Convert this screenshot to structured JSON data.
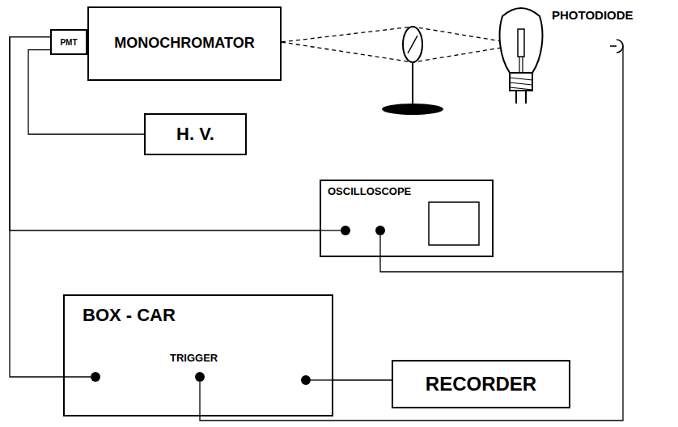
{
  "diagram": {
    "nodes": [
      {
        "text": [
          "PMT"
        ]
      },
      {
        "text": [
          "MONOCHROMATOR"
        ]
      },
      {
        "text": [
          "H. V."
        ]
      },
      {
        "text": [
          "OSCILLOSCOPE"
        ]
      },
      {
        "text": [
          "BOX - CAR",
          "TRIGGER"
        ]
      },
      {
        "text": [
          "RECORDER"
        ]
      }
    ],
    "edges": [
      {
        "from": 0,
        "to": 2,
        "arrow": "none"
      },
      {
        "from": 0,
        "to": 3,
        "arrow": "none"
      },
      {
        "from": 0,
        "to": 4,
        "arrow": "none"
      },
      {
        "from": 4,
        "to": 5,
        "arrow": "none"
      }
    ],
    "labels": [
      "PHOTODIODE"
    ]
  }
}
